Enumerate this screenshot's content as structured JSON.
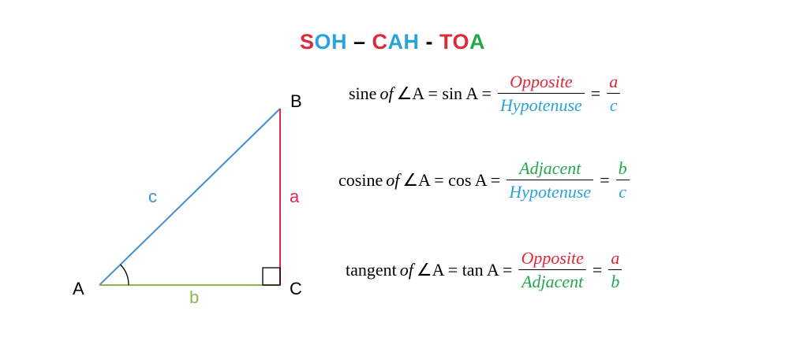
{
  "title": {
    "parts": [
      {
        "text": "S",
        "color": "#e0283b"
      },
      {
        "text": "OH",
        "color": "#2aa2dc"
      },
      {
        "text": " – ",
        "color": "#000000"
      },
      {
        "text": "C",
        "color": "#e0283b"
      },
      {
        "text": "AH",
        "color": "#2aa2dc"
      },
      {
        "text": " - ",
        "color": "#000000"
      },
      {
        "text": "T",
        "color": "#e0283b"
      },
      {
        "text": "O",
        "color": "#e0283b"
      },
      {
        "text": "A",
        "color": "#23a84a"
      }
    ]
  },
  "triangle": {
    "vertex_a": "A",
    "vertex_b": "B",
    "vertex_c": "C",
    "side_a": "a",
    "side_b": "b",
    "side_c": "c",
    "colors": {
      "side_a": "#e0284f",
      "side_b": "#8cb84a",
      "side_c": "#3f8fd6",
      "angle": "#000000",
      "right_angle_box": "#000000"
    }
  },
  "equations": {
    "sine": {
      "func_name": "sine",
      "of_word": "of",
      "angle_expr": "∠A = sin A =",
      "numerator": "Opposite",
      "denominator": "Hypotenuse",
      "eq2": "=",
      "ratio_num": "a",
      "ratio_den": "c"
    },
    "cosine": {
      "func_name": "cosine",
      "of_word": "of",
      "angle_expr": "∠A = cos A =",
      "numerator": "Adjacent",
      "denominator": "Hypotenuse",
      "eq2": "=",
      "ratio_num": "b",
      "ratio_den": "c"
    },
    "tangent": {
      "func_name": "tangent",
      "of_word": "of",
      "angle_expr": "∠A = tan A =",
      "numerator": "Opposite",
      "denominator": "Adjacent",
      "eq2": "=",
      "ratio_num": "a",
      "ratio_den": "b"
    },
    "colors": {
      "opposite": "#e0283b",
      "hypotenuse": "#2aa2dc",
      "adjacent": "#23a84a"
    }
  }
}
